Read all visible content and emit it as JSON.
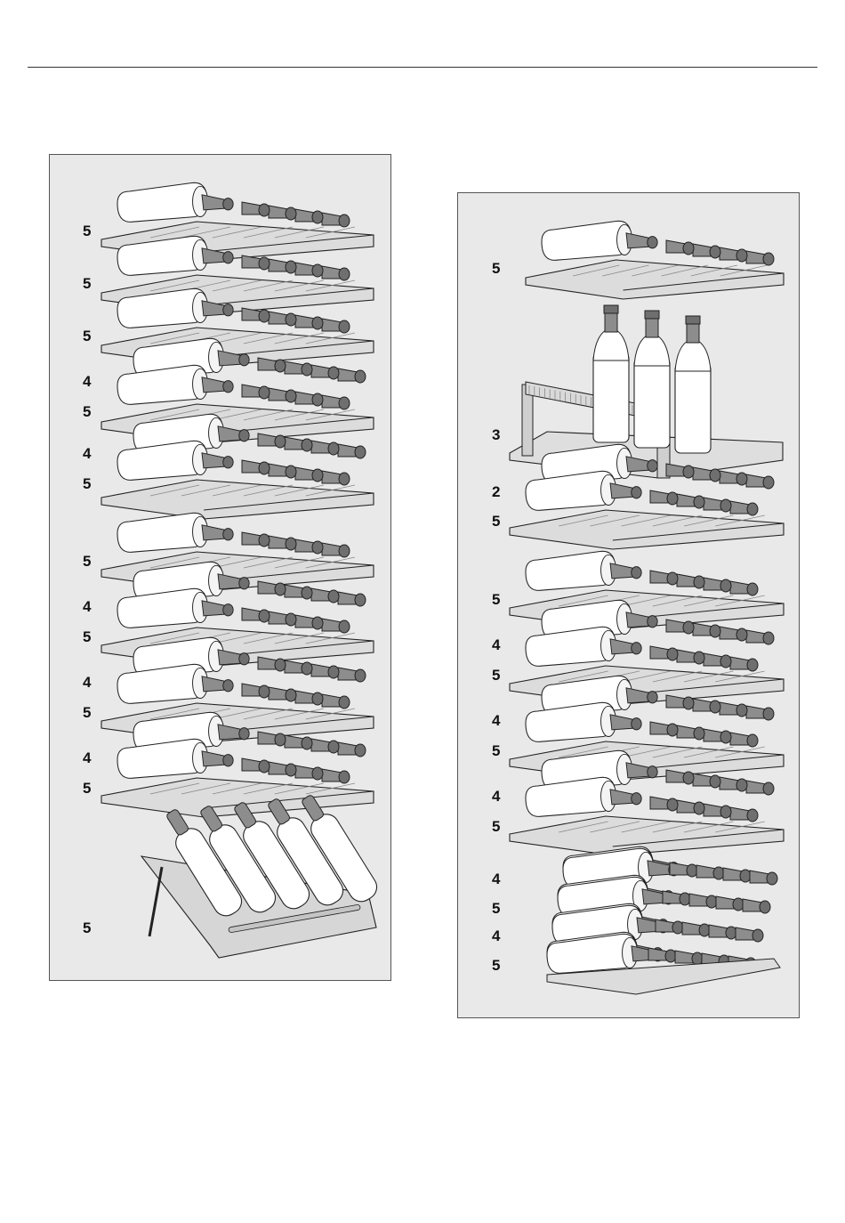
{
  "left_figure": {
    "capacity_labels": [
      "5",
      "5",
      "5",
      "4",
      "5",
      "4",
      "5",
      "5",
      "4",
      "5",
      "4",
      "5",
      "4",
      "5",
      "5"
    ]
  },
  "right_figure": {
    "capacity_labels": [
      "5",
      "3",
      "2",
      "5",
      "5",
      "4",
      "5",
      "4",
      "5",
      "4",
      "5",
      "4",
      "5",
      "4",
      "5"
    ]
  },
  "colors": {
    "panel": "#e9e9e9",
    "bottle_body": "#ffffff",
    "bottle_neck": "#8d8d8d",
    "shelf": "#dcdcdc",
    "outline": "#222222"
  }
}
